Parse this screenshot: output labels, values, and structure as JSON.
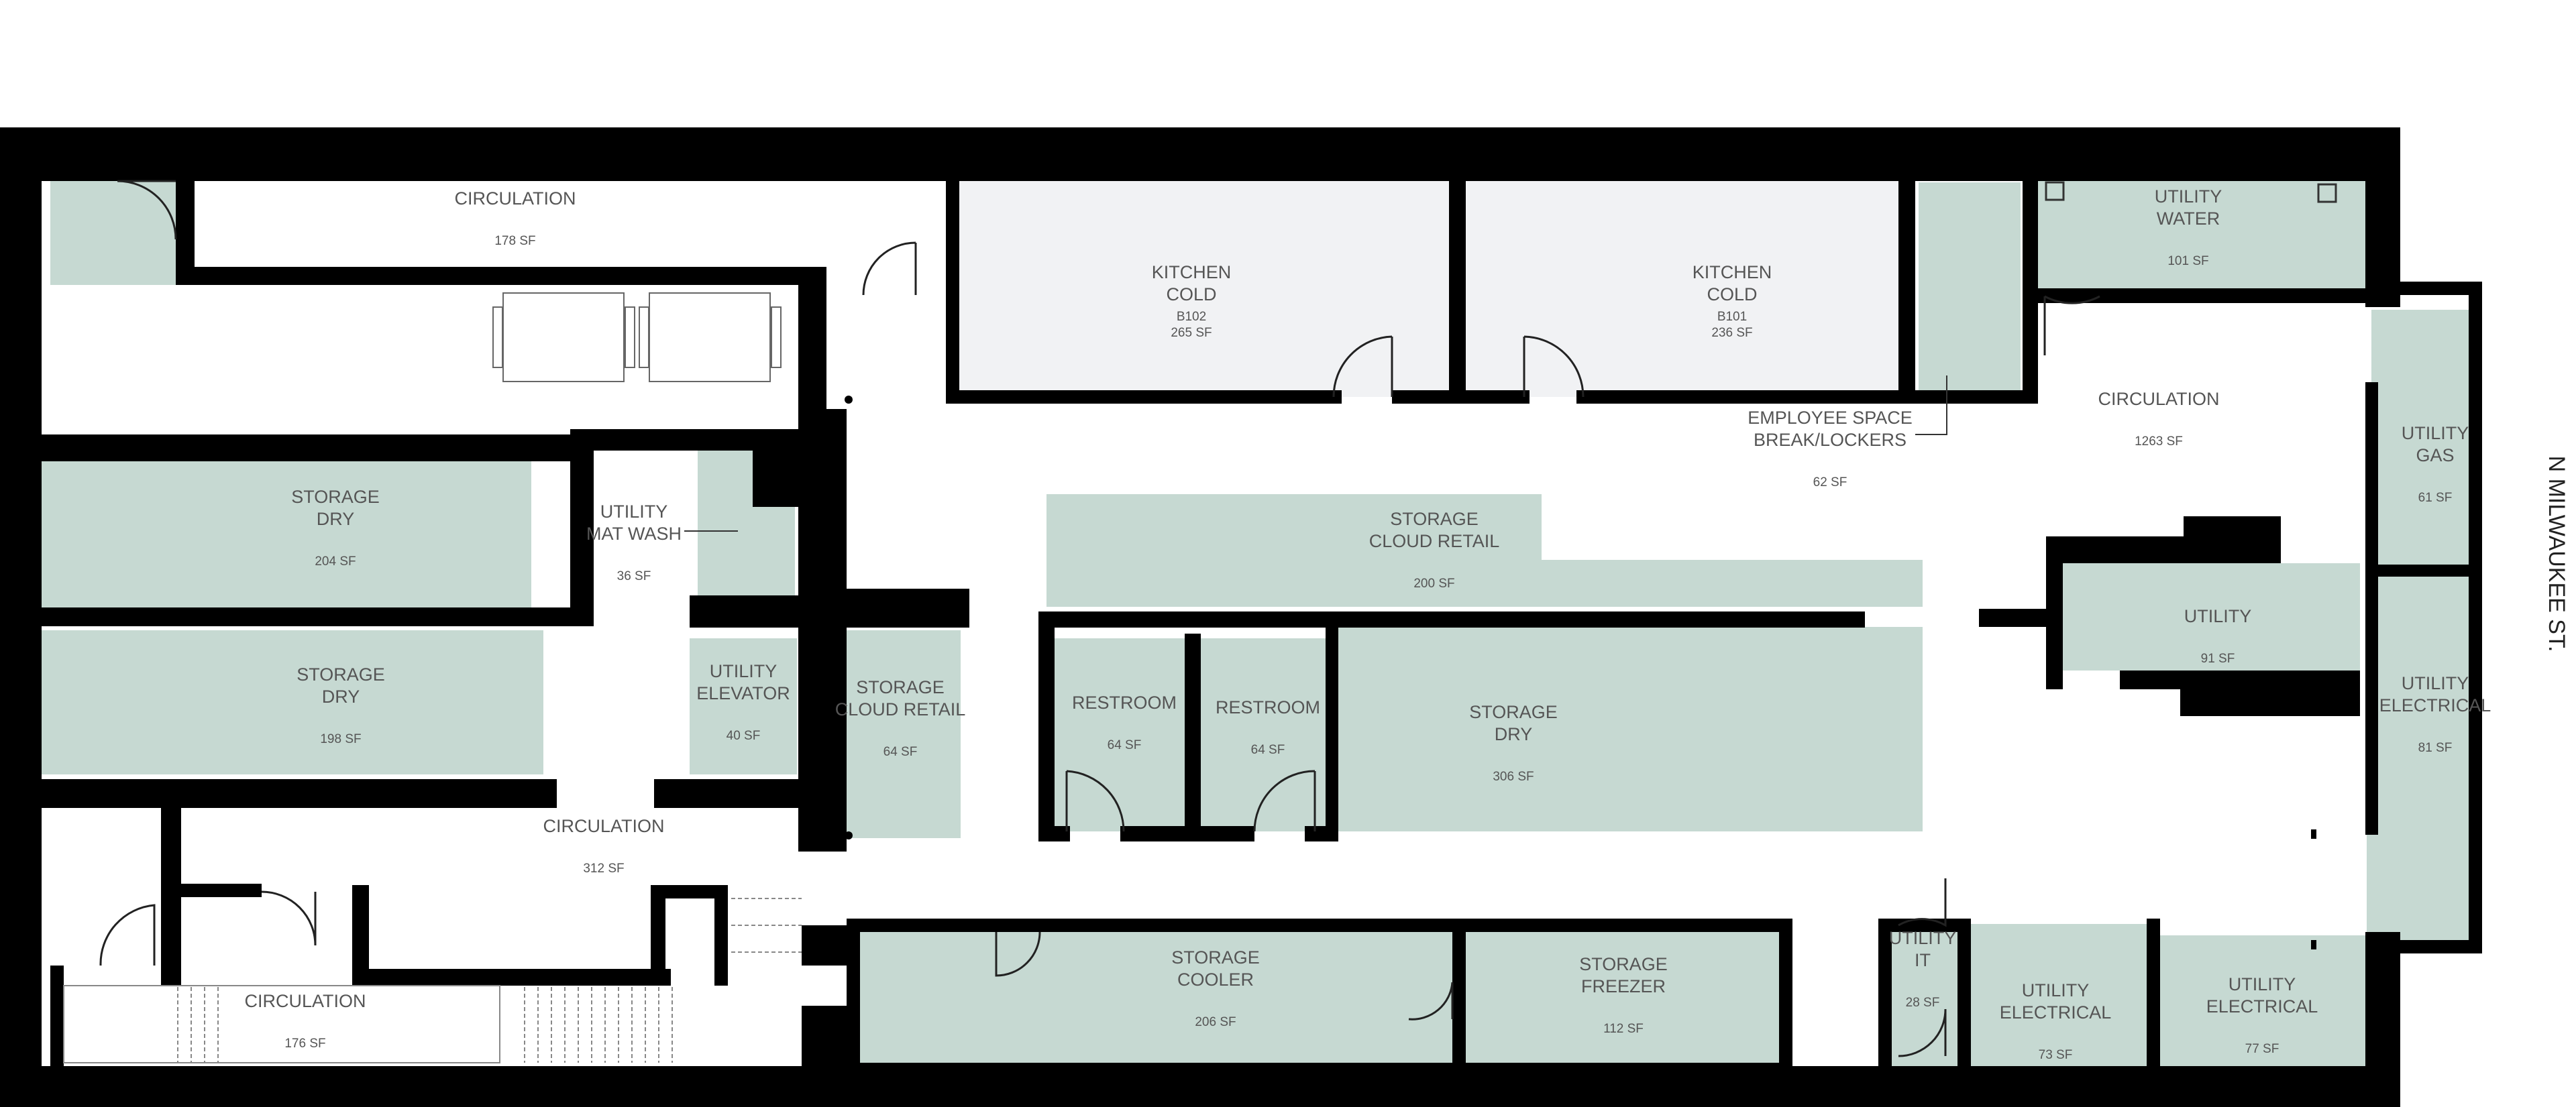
{
  "colors": {
    "room_fill": "#c6d9d2",
    "kitchen_fill": "#f1f2f4",
    "wall": "#000000",
    "label": "#555555",
    "background": "#ffffff"
  },
  "street": "N MILWAUKEE ST.",
  "rooms": {
    "circ_top": {
      "l1": "CIRCULATION",
      "l2": "",
      "area": "178 SF",
      "code": ""
    },
    "kitchen_b102": {
      "l1": "KITCHEN",
      "l2": "COLD",
      "area": "265 SF",
      "code": "B102"
    },
    "kitchen_b101": {
      "l1": "KITCHEN",
      "l2": "COLD",
      "area": "236 SF",
      "code": "B101"
    },
    "utility_water": {
      "l1": "UTILITY",
      "l2": "WATER",
      "area": "101 SF",
      "code": ""
    },
    "employee": {
      "l1": "EMPLOYEE SPACE",
      "l2": "BREAK/LOCKERS",
      "area": "62 SF",
      "code": ""
    },
    "circ_main": {
      "l1": "CIRCULATION",
      "l2": "",
      "area": "1263 SF",
      "code": ""
    },
    "utility_gas": {
      "l1": "UTILITY",
      "l2": "GAS",
      "area": "61 SF",
      "code": ""
    },
    "storage_dry_1": {
      "l1": "STORAGE",
      "l2": "DRY",
      "area": "204 SF",
      "code": ""
    },
    "utility_matwash": {
      "l1": "UTILITY",
      "l2": "MAT WASH",
      "area": "36 SF",
      "code": ""
    },
    "storage_cloud_retail_1": {
      "l1": "STORAGE",
      "l2": "CLOUD RETAIL",
      "area": "200 SF",
      "code": ""
    },
    "utility_91": {
      "l1": "UTILITY",
      "l2": "",
      "area": "91 SF",
      "code": ""
    },
    "storage_dry_2": {
      "l1": "STORAGE",
      "l2": "DRY",
      "area": "198 SF",
      "code": ""
    },
    "utility_elevator": {
      "l1": "UTILITY",
      "l2": "ELEVATOR",
      "area": "40 SF",
      "code": ""
    },
    "storage_cloud_retail_2": {
      "l1": "STORAGE",
      "l2": "CLOUD RETAIL",
      "area": "64 SF",
      "code": ""
    },
    "restroom_1": {
      "l1": "RESTROOM",
      "l2": "",
      "area": "64 SF",
      "code": ""
    },
    "restroom_2": {
      "l1": "RESTROOM",
      "l2": "",
      "area": "64 SF",
      "code": ""
    },
    "storage_dry_3": {
      "l1": "STORAGE",
      "l2": "DRY",
      "area": "306 SF",
      "code": ""
    },
    "utility_electrical_81": {
      "l1": "UTILITY",
      "l2": "ELECTRICAL",
      "area": "81 SF",
      "code": ""
    },
    "circ_mid": {
      "l1": "CIRCULATION",
      "l2": "",
      "area": "312 SF",
      "code": ""
    },
    "circ_bottom": {
      "l1": "CIRCULATION",
      "l2": "",
      "area": "176 SF",
      "code": ""
    },
    "storage_cooler": {
      "l1": "STORAGE",
      "l2": "COOLER",
      "area": "206 SF",
      "code": ""
    },
    "storage_freezer": {
      "l1": "STORAGE",
      "l2": "FREEZER",
      "area": "112 SF",
      "code": ""
    },
    "utility_it": {
      "l1": "UTILITY",
      "l2": "IT",
      "area": "28 SF",
      "code": ""
    },
    "utility_electrical_73": {
      "l1": "UTILITY",
      "l2": "ELECTRICAL",
      "area": "73 SF",
      "code": ""
    },
    "utility_electrical_77": {
      "l1": "UTILITY",
      "l2": "ELECTRICAL",
      "area": "77 SF",
      "code": ""
    }
  }
}
